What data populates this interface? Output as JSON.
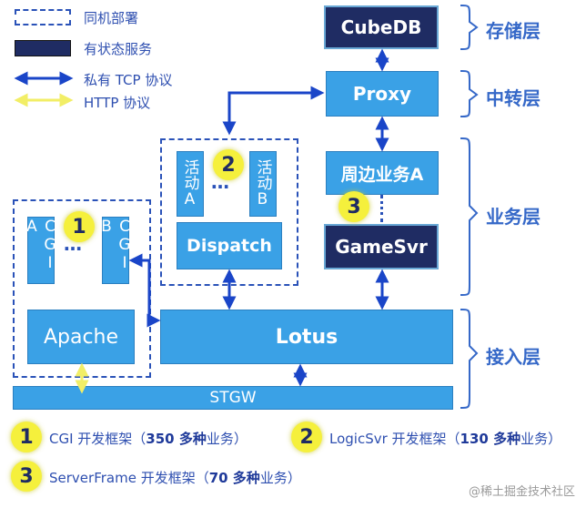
{
  "legend": {
    "co_deploy": "同机部署",
    "stateful": "有状态服务",
    "private_tcp": "私有 TCP 协议",
    "http": "HTTP 协议"
  },
  "layers": {
    "storage": "存储层",
    "relay": "中转层",
    "business": "业务层",
    "access": "接入层"
  },
  "nodes": {
    "cubedb": "CubeDB",
    "proxy": "Proxy",
    "zhoubian": "周边业务A",
    "gamesvr": "GameSvr",
    "huodong_a": "活动A",
    "huodong_b": "活动B",
    "dispatch": "Dispatch",
    "cgi_a": "CGI A",
    "cgi_b": "CGI B",
    "apache": "Apache",
    "lotus": "Lotus",
    "stgw": "STGW",
    "dots": "…"
  },
  "badges": [
    "1",
    "2",
    "3"
  ],
  "notes": [
    {
      "num": "1",
      "prefix": "CGI 开发框架（",
      "count": "350 多种",
      "suffix": "业务）"
    },
    {
      "num": "2",
      "prefix": "LogicSvr 开发框架（",
      "count": "130 多种",
      "suffix": "业务）"
    },
    {
      "num": "3",
      "prefix": "ServerFrame 开发框架（",
      "count": "70 多种",
      "suffix": "业务）"
    }
  ],
  "watermark": "@稀土掘金技术社区",
  "colors": {
    "service_blue": "#3aa1e6",
    "stateful_navy": "#1f2c63",
    "tcp_arrow": "#1a45c8",
    "http_arrow": "#f2ee66",
    "badge_yellow": "#f5f03c",
    "layer_text": "#3568c8"
  }
}
